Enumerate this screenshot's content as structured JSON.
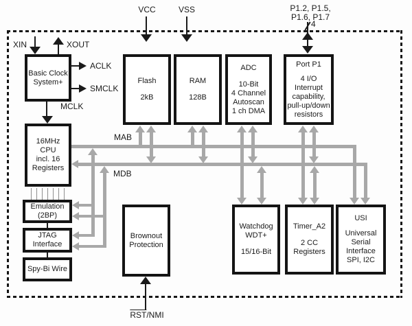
{
  "colors": {
    "bus_gray": "#a8a8a8",
    "line_black": "#1a1a1a",
    "background": "#fdfdfd"
  },
  "external_labels": {
    "vcc": "VCC",
    "vss": "VSS",
    "port_pins_line1": "P1.2, P1.5,",
    "port_pins_line2": "P1.6, P1.7",
    "port_bus_width": "4",
    "xin": "XIN",
    "xout": "XOUT",
    "aclk": "ACLK",
    "smclk": "SMCLK",
    "mclk": "MCLK",
    "rst": "RST",
    "rst_suffix": "/NMI"
  },
  "buses": {
    "mab": "MAB",
    "mdb": "MDB"
  },
  "blocks": {
    "basic_clock": {
      "line1": "Basic Clock",
      "line2": "System+"
    },
    "cpu": {
      "line1": "16MHz",
      "line2": "CPU",
      "line3": "incl. 16",
      "line4": "Registers"
    },
    "flash": {
      "title": "Flash",
      "size": "2kB"
    },
    "ram": {
      "title": "RAM",
      "size": "128B"
    },
    "adc": {
      "title": "ADC",
      "line1": "10-Bit",
      "line2": "4 Channel",
      "line3": "Autoscan",
      "line4": "1 ch DMA"
    },
    "port1": {
      "title": "Port P1",
      "line1": "4 I/O",
      "line2": "Interrupt",
      "line3": "capability,",
      "line4": "pull-up/down",
      "line5": "resistors"
    },
    "emulation": {
      "line1": "Emulation",
      "line2": "(2BP)"
    },
    "jtag": {
      "line1": "JTAG",
      "line2": "Interface"
    },
    "spy_bi_wire": {
      "line1": "Spy-Bi Wire"
    },
    "brownout": {
      "line1": "Brownout",
      "line2": "Protection"
    },
    "watchdog": {
      "line1": "Watchdog",
      "line2": "WDT+",
      "line3": "15/16-Bit"
    },
    "timer": {
      "title": "Timer_A2",
      "line1": "2 CC",
      "line2": "Registers"
    },
    "usi": {
      "title": "USI",
      "line1": "Universal",
      "line2": "Serial",
      "line3": "Interface",
      "line4": "SPI, I2C"
    }
  }
}
